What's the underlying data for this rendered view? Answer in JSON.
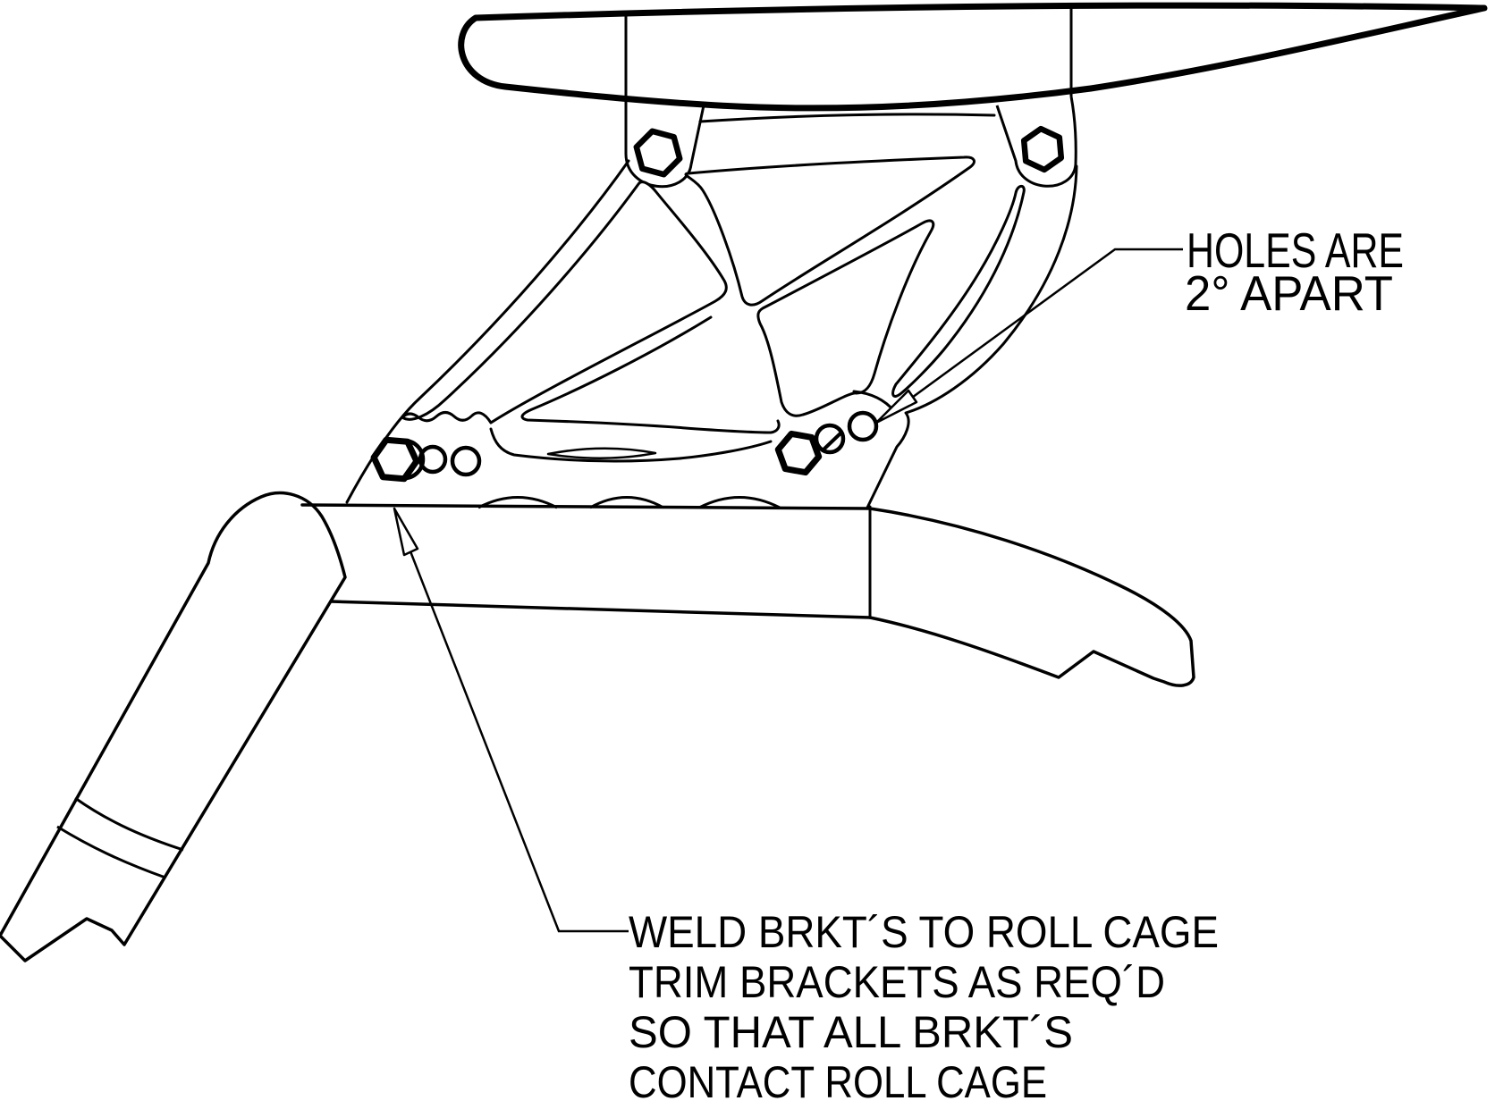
{
  "drawing": {
    "title_hint": "wing mount bracket weld detail",
    "colors": {
      "background": "#ffffff",
      "line": "#000000"
    },
    "annotations": {
      "holes_note": {
        "line1": "HOLES ARE",
        "line2": "2° APART"
      },
      "weld_note": {
        "line1": "WELD BRKT´S TO ROLL CAGE",
        "line2": "TRIM BRACKETS AS REQ´D",
        "line3": "SO THAT ALL BRKT´S",
        "line4": "CONTACT ROLL CAGE"
      }
    }
  }
}
